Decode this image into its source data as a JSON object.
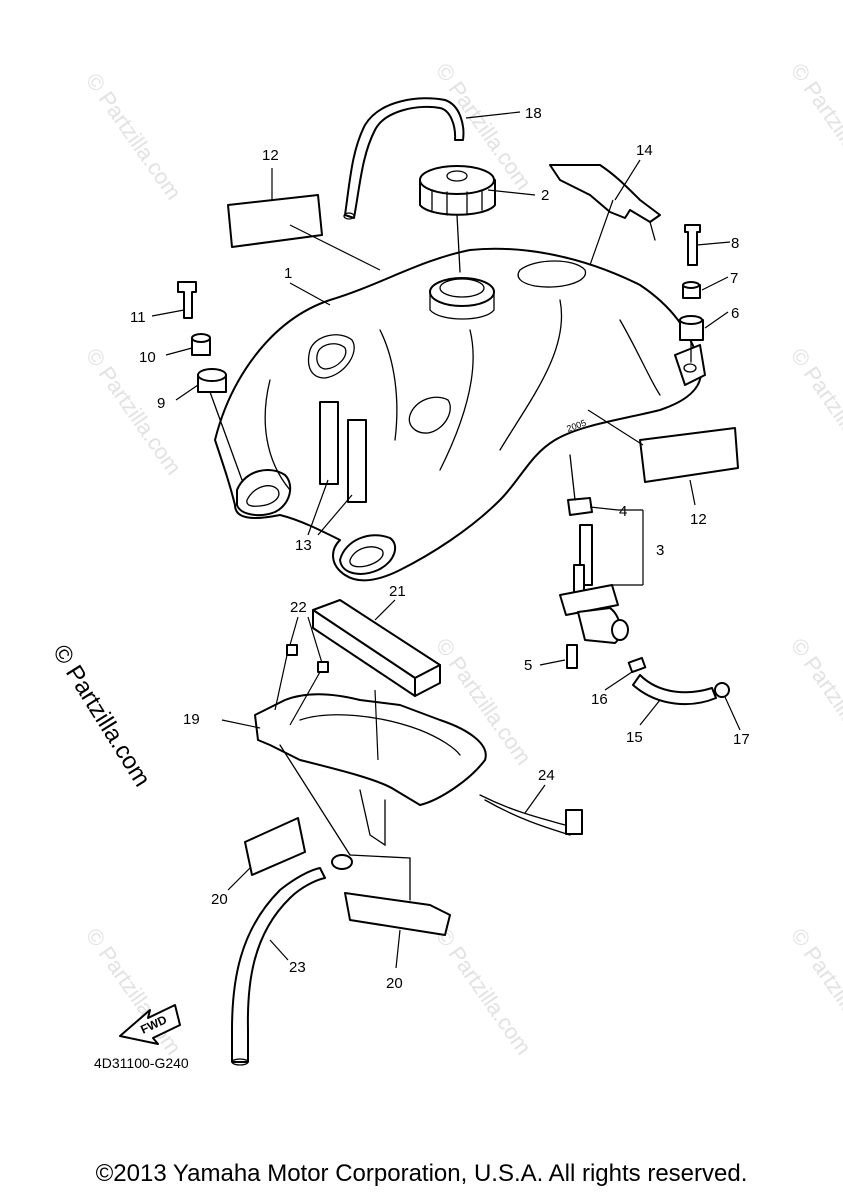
{
  "diagram_code": "4D31100-G240",
  "copyright": "©2013 Yamaha Motor Corporation, U.S.A. All rights reserved.",
  "watermark": "© Partzilla.com",
  "fwd_label": "FWD",
  "callouts": {
    "c1": "1",
    "c2": "2",
    "c3": "3",
    "c4": "4",
    "c5": "5",
    "c6": "6",
    "c7": "7",
    "c8": "8",
    "c9": "9",
    "c10": "10",
    "c11": "11",
    "c12a": "12",
    "c12b": "12",
    "c13": "13",
    "c14": "14",
    "c15": "15",
    "c16": "16",
    "c17": "17",
    "c18": "18",
    "c19": "19",
    "c20a": "20",
    "c20b": "20",
    "c21": "21",
    "c22": "22",
    "c23": "23",
    "c24": "24"
  }
}
